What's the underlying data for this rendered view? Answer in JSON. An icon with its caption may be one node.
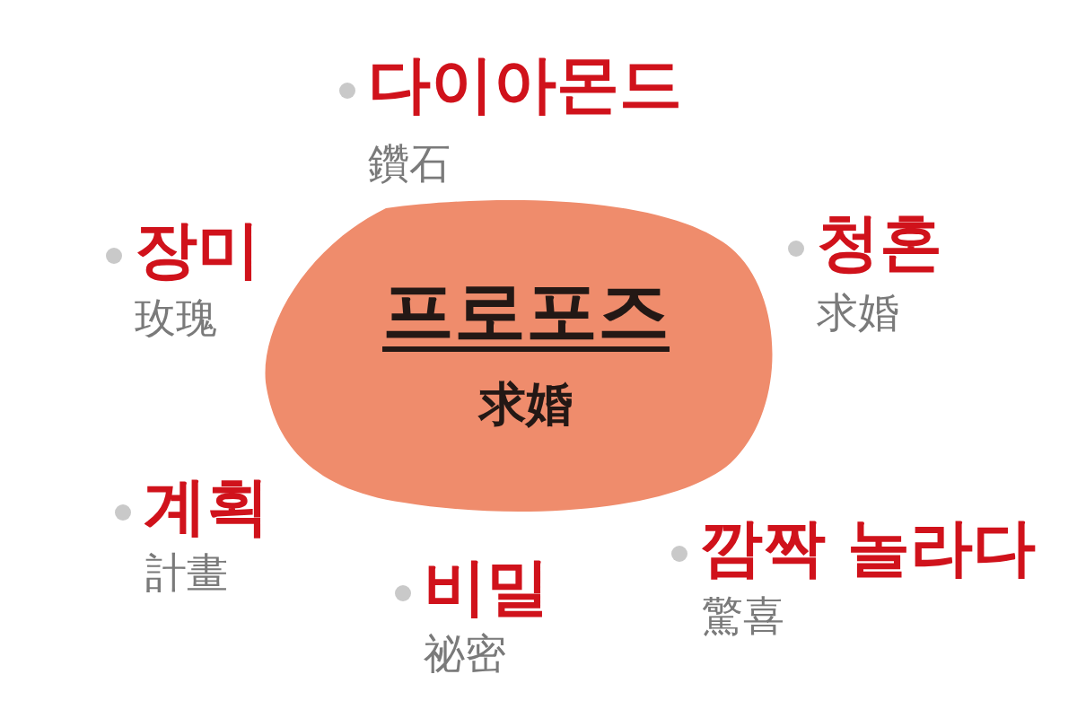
{
  "diagram": {
    "nodes": [
      {
        "text": [
          "프로포즈",
          "求婚"
        ]
      }
    ],
    "labels": [
      "다이아몬드",
      "鑽石",
      "장미",
      "玫瑰",
      "청혼",
      "求婚",
      "계획",
      "計畫",
      "깜짝 놀라다",
      "驚喜",
      "비밀",
      "祕密"
    ]
  }
}
